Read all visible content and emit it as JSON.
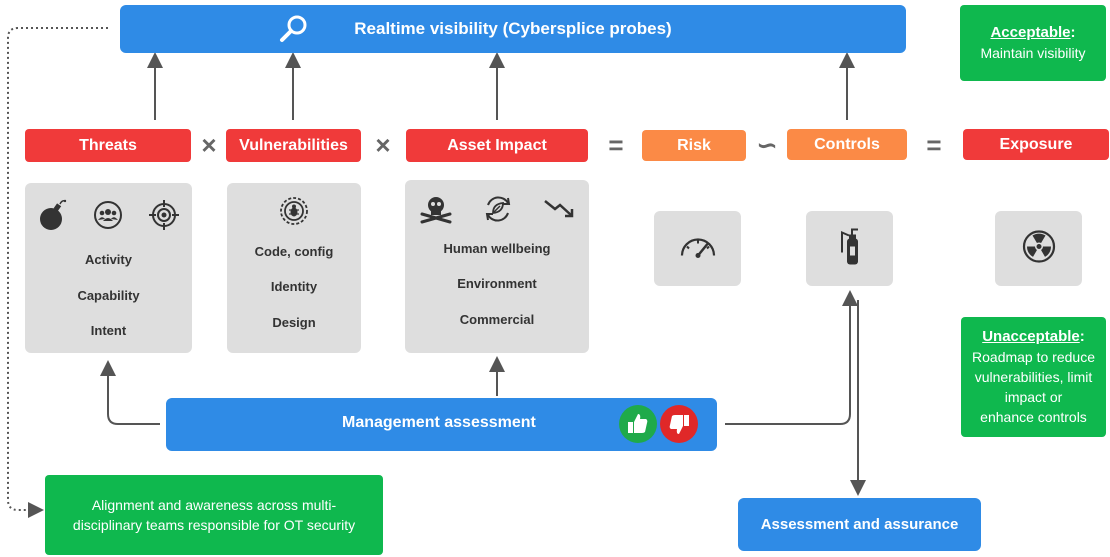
{
  "top_bar": {
    "label": "Realtime visibility (Cybersplice probes)",
    "icon": "magnifier-icon"
  },
  "acceptable": {
    "title": "Acceptable",
    "suffix": ":",
    "text": "Maintain visibility"
  },
  "unacceptable": {
    "title": "Unacceptable",
    "suffix": ":",
    "lines": [
      "Roadmap to reduce",
      "vulnerabilities, limit",
      "impact or",
      "enhance controls"
    ]
  },
  "equation": {
    "threats": "Threats",
    "op1": "×",
    "vulnerabilities": "Vulnerabilities",
    "op2": "×",
    "asset_impact": "Asset Impact",
    "op3": "=",
    "risk": "Risk",
    "op4": "∽",
    "controls": "Controls",
    "op5": "=",
    "exposure": "Exposure"
  },
  "threats_panel": {
    "icons": [
      "bomb-icon",
      "people-group-icon",
      "crosshair-target-icon"
    ],
    "items": [
      "Activity",
      "Capability",
      "Intent"
    ]
  },
  "vulnerabilities_panel": {
    "icons": [
      "bug-target-icon"
    ],
    "items": [
      "Code, config",
      "Identity",
      "Design"
    ]
  },
  "asset_panel": {
    "icons": [
      "skull-crossbones-icon",
      "leaf-recycle-icon",
      "trend-down-arrow-icon"
    ],
    "items": [
      "Human wellbeing",
      "Environment",
      "Commercial"
    ]
  },
  "tiles": {
    "risk": "speedometer-icon",
    "controls": "fire-extinguisher-icon",
    "exposure": "radiation-icon"
  },
  "management": {
    "label": "Management assessment",
    "thumbs_up": "thumbs-up-icon",
    "thumbs_down": "thumbs-down-icon"
  },
  "alignment": {
    "lines": [
      "Alignment and awareness across multi-",
      "disciplinary teams responsible for OT security"
    ]
  },
  "assurance": {
    "label": "Assessment and assurance"
  },
  "colors": {
    "blue": "#2f8be6",
    "red": "#f03a3a",
    "orange": "#fb8a46",
    "green": "#0fb84e",
    "grey": "#dedede"
  }
}
